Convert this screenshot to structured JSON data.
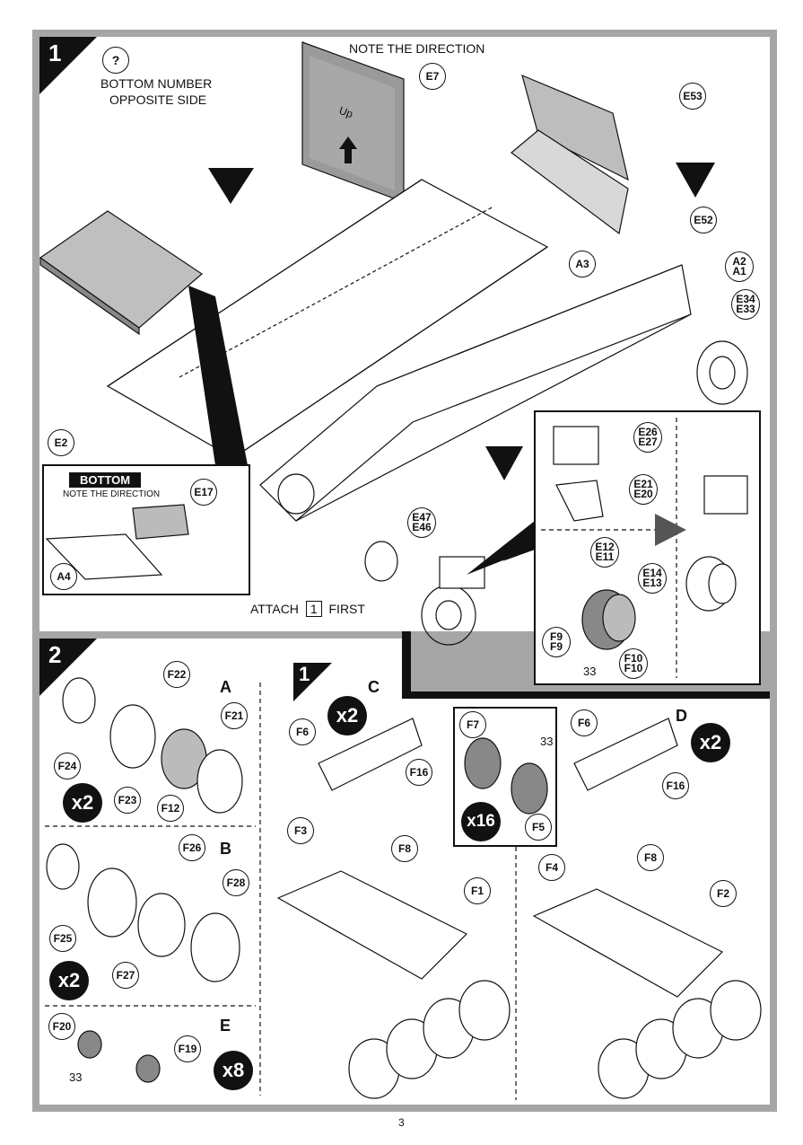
{
  "page_number": "3",
  "step1": {
    "number": "1",
    "hint_icon": "question-mark-icon",
    "hint_text_line1": "BOTTOM NUMBER",
    "hint_text_line2": "OPPOSITE SIDE",
    "note_direction": "NOTE THE DIRECTION",
    "up_label": "Up",
    "attach_prefix": "ATTACH",
    "attach_step": "1",
    "attach_suffix": "FIRST",
    "parts": {
      "E7": "E7",
      "E53": "E53",
      "E52": "E52",
      "A3": "A3",
      "A2A1": [
        "A2",
        "A1"
      ],
      "E34E33": [
        "E34",
        "E33"
      ],
      "E2": "E2",
      "E47E46": [
        "E47",
        "E46"
      ],
      "E26E27": [
        "E26",
        "E27"
      ],
      "E21E20": [
        "E21",
        "E20"
      ],
      "E12E11": [
        "E12",
        "E11"
      ],
      "E14E13": [
        "E14",
        "E13"
      ],
      "F9F9": [
        "F9",
        "F9"
      ],
      "F10F10": [
        "F10",
        "F10"
      ],
      "num33": "33"
    },
    "bottom_inset": {
      "title": "BOTTOM",
      "note": "NOTE THE DIRECTION",
      "part_E17": "E17",
      "part_A4": "A4"
    }
  },
  "step2": {
    "number": "2",
    "sub_step": "1",
    "group_A": {
      "letter": "A",
      "mult": "x2",
      "parts": [
        "F22",
        "F21",
        "F24",
        "F23",
        "F12"
      ]
    },
    "group_B": {
      "letter": "B",
      "mult": "x2",
      "parts": [
        "F26",
        "F28",
        "F25",
        "F27"
      ]
    },
    "group_E": {
      "letter": "E",
      "mult": "x8",
      "parts": [
        "F20",
        "F19"
      ],
      "num": "33"
    },
    "group_C": {
      "letter": "C",
      "mult": "x2",
      "parts": [
        "F6",
        "F16",
        "F3",
        "F8",
        "F1"
      ]
    },
    "group_D": {
      "letter": "D",
      "mult": "x2",
      "parts": [
        "F6",
        "F16",
        "F4",
        "F8",
        "F2"
      ]
    },
    "wheel_inset": {
      "mult": "x16",
      "parts": [
        "F7",
        "F5"
      ],
      "num": "33"
    }
  }
}
